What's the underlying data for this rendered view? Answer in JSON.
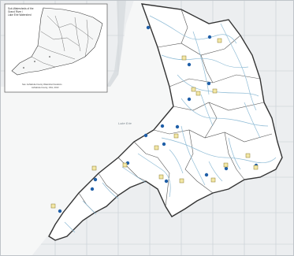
{
  "map": {
    "lake_label": "Lake Erie",
    "inset": {
      "title_line1": "Sub-Watersheds of the",
      "title_line2": "Grand River /",
      "title_line3": "Lake Erie Watershed",
      "note_line1": "See: Ashtabula County Watershed locations",
      "note_line2": "Ashtabula County, Ohio; 2013"
    },
    "colors": {
      "lake": "#f4f5f5",
      "land": "#ffffff",
      "county_grid": "#c8cdd2",
      "outside_land": "#e6e9ec",
      "watershed_boundary": "#3a3a3a",
      "subwatershed_boundary": "#5a5a5a",
      "stream": "#8fbcd6",
      "station_dot": "#1f5fa8",
      "sample_marker_fill": "#f3e7a6",
      "sample_marker_stroke": "#8a7a2a"
    },
    "icons": {
      "station": "blue-dot-icon",
      "sample_site": "yellow-square-icon"
    }
  }
}
